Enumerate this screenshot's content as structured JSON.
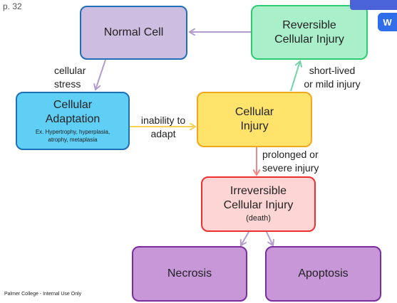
{
  "page_number": "p. 32",
  "footer": "Palmer College - Internal Use Only",
  "nodes": {
    "normal_cell": {
      "title": "Normal Cell",
      "fill": "#cdbde0",
      "border": "#1f6fb8"
    },
    "reversible": {
      "title": "Reversible\nCellular Injury",
      "fill": "#a9efc9",
      "border": "#2ecc71"
    },
    "adaptation": {
      "title": "Cellular\nAdaptation",
      "subtitle": "Ex. Hypertrophy, hyperplasia,\natrophy, metaplasia",
      "fill": "#5fcff5",
      "border": "#1f6fb8"
    },
    "injury": {
      "title": "Cellular\nInjury",
      "fill": "#ffe36b",
      "border": "#f2a81d"
    },
    "irreversible": {
      "title": "Irreversible\nCellular Injury",
      "subtitle": "(death)",
      "fill": "#fdd5d5",
      "border": "#f03030"
    },
    "necrosis": {
      "title": "Necrosis",
      "fill": "#c797d8",
      "border": "#7b2d9e"
    },
    "apoptosis": {
      "title": "Apoptosis",
      "fill": "#c797d8",
      "border": "#7b2d9e"
    }
  },
  "edge_labels": {
    "cellular_stress": "cellular\nstress",
    "inability": "inability to\nadapt",
    "short_lived": "short-lived\nor mild injury",
    "prolonged": "prolonged or\nsevere injury"
  },
  "edge_colors": {
    "purple": "#b39ccf",
    "yellow": "#f7d154",
    "green": "#6fd3a5",
    "red": "#f08a8a"
  },
  "widget": {
    "logo_icon": "app-logo-icon"
  }
}
